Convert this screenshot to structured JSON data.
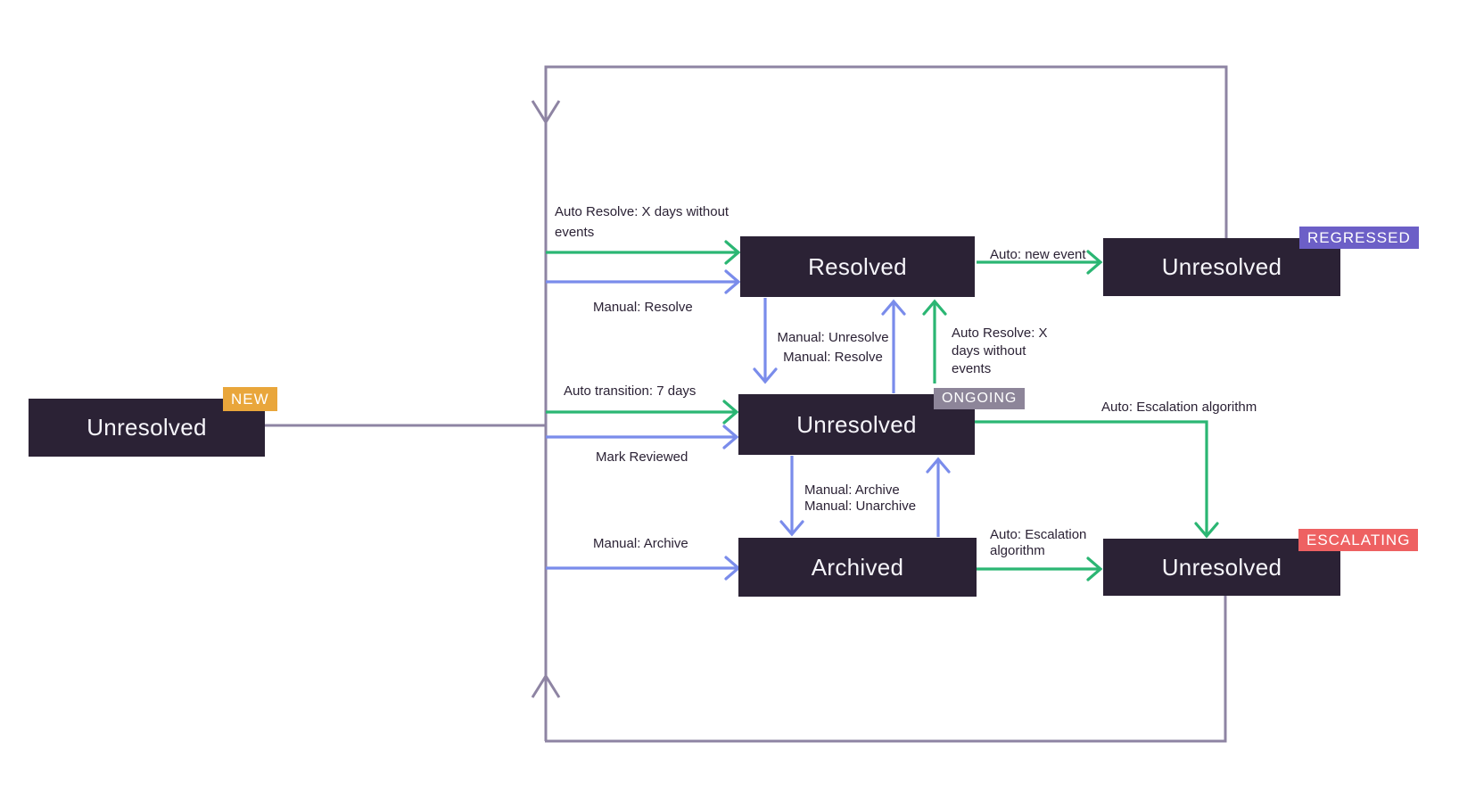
{
  "diagram_type": "state-transition-diagram",
  "states": {
    "new": {
      "name": "Unresolved",
      "badge": "NEW"
    },
    "resolved": {
      "name": "Resolved"
    },
    "ongoing": {
      "name": "Unresolved",
      "badge": "ONGOING"
    },
    "archived": {
      "name": "Archived"
    },
    "regressed": {
      "name": "Unresolved",
      "badge": "REGRESSED"
    },
    "escalating": {
      "name": "Unresolved",
      "badge": "ESCALATING"
    }
  },
  "transitions": {
    "auto_resolve_left": "Auto Resolve: X days without\nevents",
    "manual_resolve_left": "Manual: Resolve",
    "auto_transition": "Auto transition: 7 days",
    "mark_reviewed": "Mark Reviewed",
    "manual_archive_left": "Manual: Archive",
    "manual_unresolve_resolve": "Manual: Unresolve\nManual: Resolve",
    "auto_resolve_mid": "Auto Resolve: X\ndays without\nevents",
    "manual_archive_unarchive": "Manual: Archive\nManual: Unarchive",
    "auto_new_event": "Auto: new event",
    "auto_escalation_top": "Auto: Escalation algorithm",
    "auto_escalation_bottom": "Auto: Escalation\nalgorithm"
  },
  "colors": {
    "box_bg": "#2B2235",
    "box_text": "#F6F5FA",
    "label_text": "#2B2235",
    "auto_green": "#2BB673",
    "manual_blue": "#7A8CEB",
    "loop_purple": "#8E84A3",
    "badge_new": "#E9A63B",
    "badge_ongoing": "#8D8599",
    "badge_regressed": "#6C5FC7",
    "badge_escalating": "#EE6162",
    "background": "#FFFFFF"
  }
}
